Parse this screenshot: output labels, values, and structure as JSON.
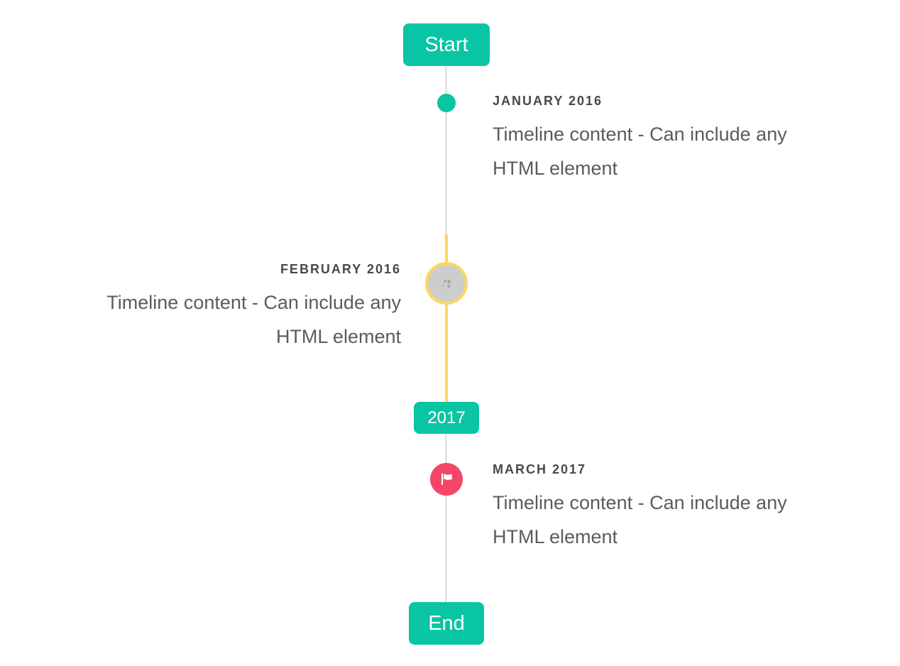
{
  "timeline": {
    "start_badge": "Start",
    "end_badge": "End",
    "year_badge": "2017",
    "colors": {
      "accent_teal": "#0ac5a3",
      "line_gray": "#e4e4e4",
      "line_yellow": "#ffd65c",
      "marker_red": "#f54669",
      "marker_gray_fill": "#cdcdcd",
      "title_text": "#46494d",
      "body_text": "#585c61",
      "background": "#ffffff"
    },
    "items": [
      {
        "title": "JANUARY 2016",
        "content_line1": "Timeline content - Can include any",
        "content_line2": "HTML element",
        "side": "right",
        "marker": "teal-dot"
      },
      {
        "title": "FEBRUARY 2016",
        "content_line1": "Timeline content - Can include any",
        "content_line2": "HTML element",
        "side": "left",
        "marker": "gray-circle-yellow-ring",
        "marker_icon": "broken-image-icon"
      },
      {
        "title": "MARCH 2017",
        "content_line1": "Timeline content - Can include any",
        "content_line2": "HTML element",
        "side": "right",
        "marker": "red-circle",
        "marker_icon": "flag-icon"
      }
    ]
  }
}
